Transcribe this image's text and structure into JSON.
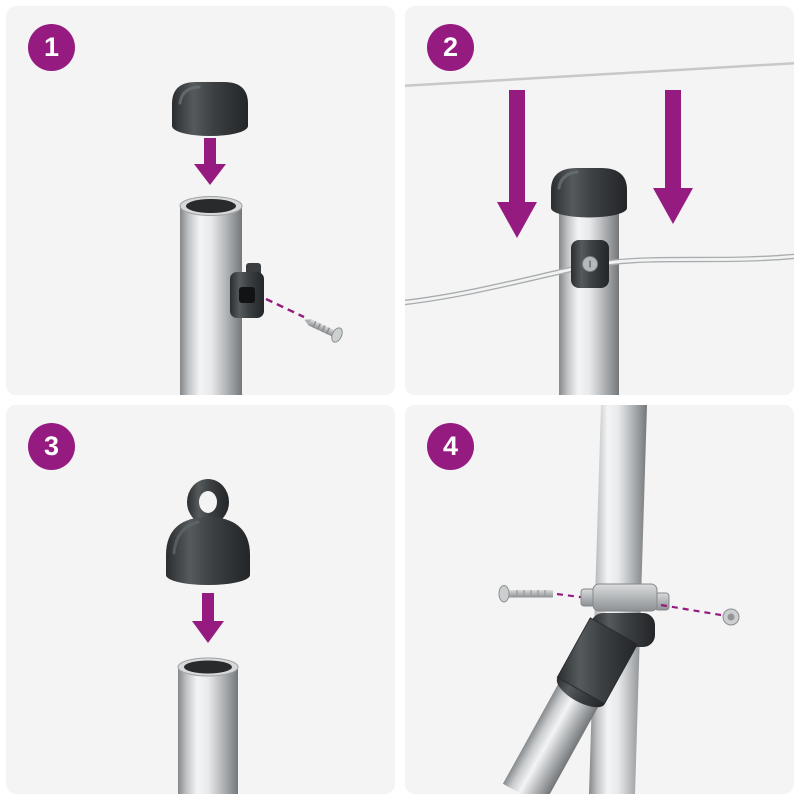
{
  "document": {
    "kind": "assembly-instructions",
    "step_count": 4
  },
  "colors": {
    "accent": "#951b81",
    "panel_bg": "#f4f4f4",
    "page_bg": "#ffffff",
    "part_dark": "#3c4043",
    "chrome_mid": "#c0c3c5",
    "wire": "#c6c8ca"
  },
  "steps": [
    {
      "number": "1",
      "parts": [
        "end-cap",
        "steel-pole",
        "line-clamp",
        "screw"
      ]
    },
    {
      "number": "2",
      "parts": [
        "down-arrows",
        "steel-line",
        "capped-pole",
        "line-clamp"
      ]
    },
    {
      "number": "3",
      "parts": [
        "eyelet-cap",
        "steel-pole"
      ]
    },
    {
      "number": "4",
      "parts": [
        "vertical-pole",
        "diagonal-brace",
        "pole-clamp",
        "bolt",
        "nut"
      ]
    }
  ]
}
